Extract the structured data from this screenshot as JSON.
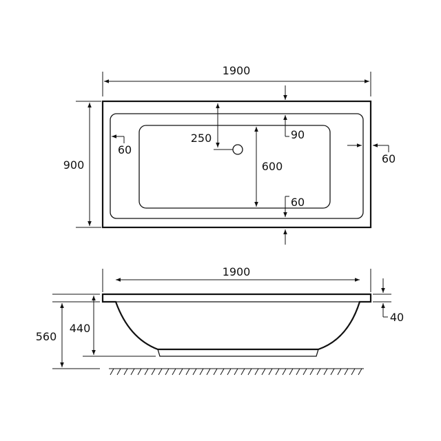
{
  "top_view": {
    "length": "1900",
    "width": "900",
    "rim_left": "60",
    "rim_right": "60",
    "waste_offset": "250",
    "rim_top": "90",
    "basin_width": "600",
    "rim_bottom": "60"
  },
  "side_view": {
    "length": "1900",
    "overall_height": "560",
    "basin_depth": "440",
    "rim_thickness": "40"
  }
}
